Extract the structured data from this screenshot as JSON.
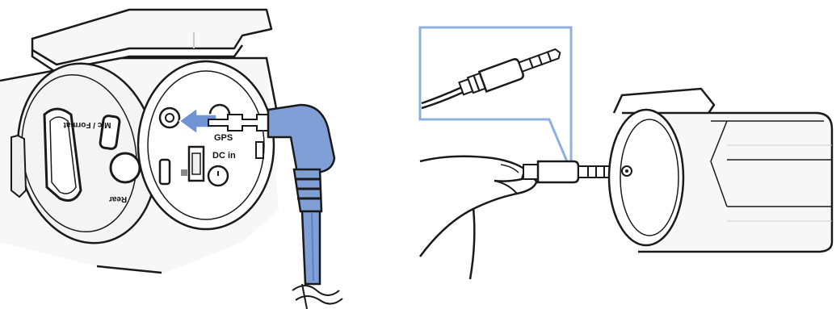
{
  "colors": {
    "line": "#1a1a1a",
    "cable_blue": "#7f9fd6",
    "cable_blue_dark": "#5f7fbf",
    "arrow_blue": "#6f93d3",
    "callout_border": "#8fb0dc",
    "body_light": "#f7f7f7",
    "body_shade": "#e6e6e6"
  },
  "left_figure": {
    "labels": {
      "gps": "GPS",
      "dc_in": "DC in",
      "mic_format": "Mic / Format",
      "rear": "Rear"
    },
    "icons": [
      "gps-port-icon",
      "insert-direction-arrow-icon",
      "microsd-card-icon",
      "cable-break-icon"
    ]
  },
  "right_figure": {
    "icons": [
      "four-pole-jack-icon",
      "hand-icon",
      "rear-camera-icon",
      "callout-frame-icon"
    ]
  }
}
